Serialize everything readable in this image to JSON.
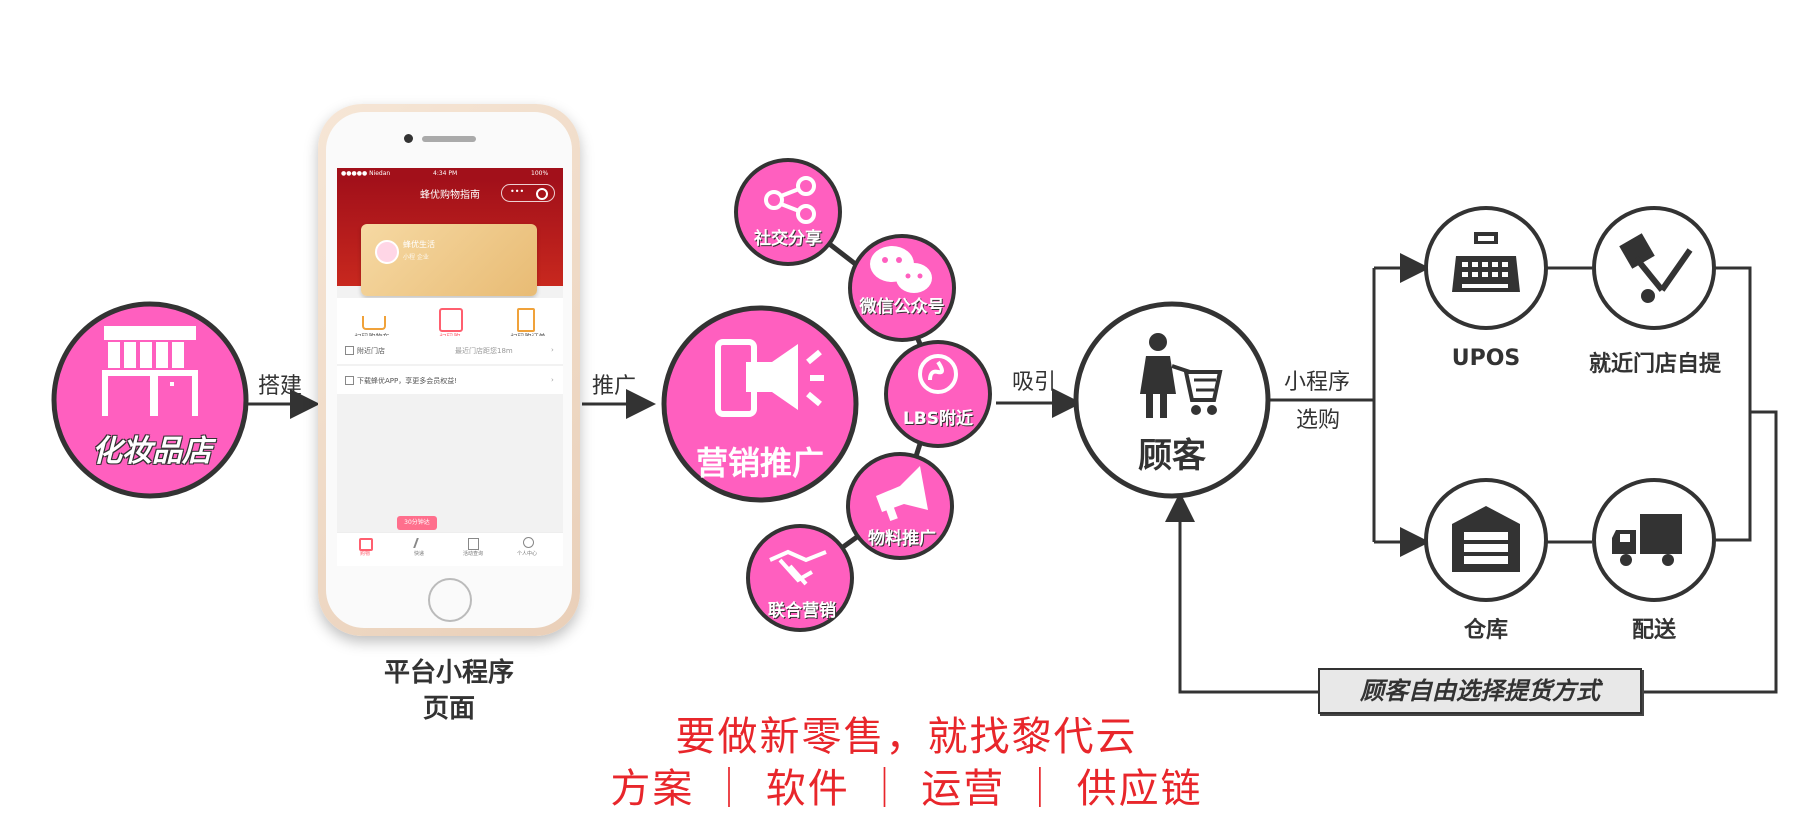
{
  "colors": {
    "accent": "#ff5fbf",
    "dark": "#333333",
    "footer_red": "#e8262b",
    "phone_red": "#a2101a"
  },
  "store": {
    "label": "化妆品店",
    "icon": "storefront-icon"
  },
  "edges": {
    "build": "搭建",
    "promote": "推广",
    "attract": "吸引",
    "miniprogram": "小程序",
    "purchase": "选购"
  },
  "phone": {
    "status_carrier": "●●●●● Niedan ",
    "status_time": "4:34 PM",
    "status_battery": "100%",
    "title": "蜂优购物指南",
    "card_title": "蜂优生活",
    "card_sub": "小程 企业",
    "quick_items": [
      "扫码购物车",
      "扫码购",
      "扫码购订单"
    ],
    "row1_left": "附近门店",
    "row1_right": "最近门店距您18m",
    "row2_left": "下载蜂优APP，享更多会员权益!",
    "tip": "30分钟达",
    "tabs": [
      "购物",
      "快递",
      "活动查询",
      "个人中心"
    ],
    "caption_line1": "平台小程序",
    "caption_line2": "页面"
  },
  "marketing": {
    "label": "营销推广",
    "icon": "tablet-megaphone-icon"
  },
  "channels": [
    {
      "label": "社交分享",
      "icon": "share-icon"
    },
    {
      "label": "微信公众号",
      "icon": "wechat-icon"
    },
    {
      "label": "LBS附近",
      "icon": "mini-program-icon"
    },
    {
      "label": "物料推广",
      "icon": "megaphone-icon"
    },
    {
      "label": "联合营销",
      "icon": "handshake-icon"
    }
  ],
  "customer": {
    "label": "顾客",
    "icon": "shopping-cart-person-icon"
  },
  "fulfillment": [
    {
      "label": "UPOS",
      "icon": "cash-register-icon"
    },
    {
      "label": "就近门店自提",
      "icon": "hand-truck-icon"
    },
    {
      "label": "仓库",
      "icon": "warehouse-icon"
    },
    {
      "label": "配送",
      "icon": "delivery-truck-icon"
    }
  ],
  "pickup_note": "顾客自由选择提货方式",
  "footer": {
    "line1": "要做新零售，就找黎代云",
    "line2": "方案 ｜ 软件 ｜ 运营 ｜ 供应链"
  }
}
